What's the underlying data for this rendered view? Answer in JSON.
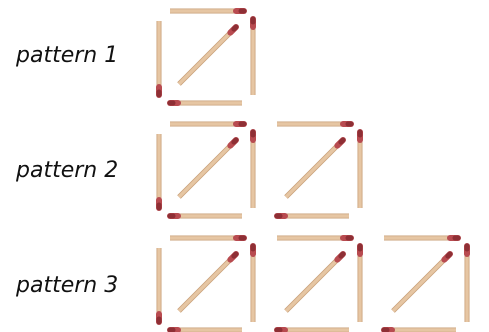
{
  "patterns": [
    {
      "label": "pattern 1",
      "squares": 1
    },
    {
      "label": "pattern 2",
      "squares": 2
    },
    {
      "label": "pattern 3",
      "squares": 3
    }
  ],
  "colors": {
    "stick": "#e6c6a3",
    "stick_edge": "#c9a07a",
    "head": "#b84b50",
    "head_dark": "#8e2f35"
  }
}
